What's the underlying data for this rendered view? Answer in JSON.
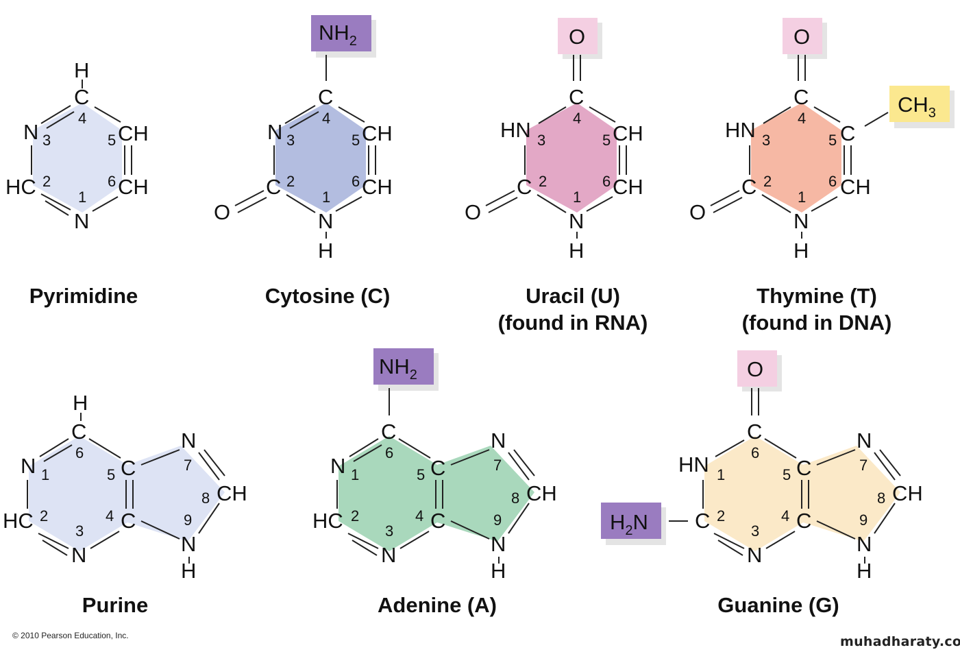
{
  "molecules": {
    "pyrimidine": {
      "name": "Pyrimidine",
      "atoms": {
        "h_top": "H",
        "c4": "C",
        "n3": "N",
        "ch5": "CH",
        "hc2": "HC",
        "ch6": "CH",
        "n1": "N"
      },
      "numbers": {
        "n4": "4",
        "n3": "3",
        "n5": "5",
        "n2": "2",
        "n6": "6",
        "n1": "1"
      }
    },
    "cytosine": {
      "name": "Cytosine (C)",
      "group": "NH",
      "group_sub": "2",
      "atoms": {
        "c4": "C",
        "n3": "N",
        "ch5": "CH",
        "c2": "C",
        "ch6": "CH",
        "n1": "N",
        "h1": "H",
        "o2": "O"
      },
      "numbers": {
        "n4": "4",
        "n3": "3",
        "n5": "5",
        "n2": "2",
        "n6": "6",
        "n1": "1"
      }
    },
    "uracil": {
      "name": "Uracil (U)",
      "name2": "(found in RNA)",
      "group": "O",
      "atoms": {
        "c4": "C",
        "hn3": "HN",
        "ch5": "CH",
        "c2": "C",
        "ch6": "CH",
        "n1": "N",
        "h1": "H",
        "o2": "O"
      },
      "numbers": {
        "n4": "4",
        "n3": "3",
        "n5": "5",
        "n2": "2",
        "n6": "6",
        "n1": "1"
      }
    },
    "thymine": {
      "name": "Thymine (T)",
      "name2": "(found in DNA)",
      "group": "O",
      "methyl": "CH",
      "methyl_sub": "3",
      "atoms": {
        "c4": "C",
        "hn3": "HN",
        "c5": "C",
        "c2": "C",
        "ch6": "CH",
        "n1": "N",
        "h1": "H",
        "o2": "O"
      },
      "numbers": {
        "n4": "4",
        "n3": "3",
        "n5": "5",
        "n2": "2",
        "n6": "6",
        "n1": "1"
      }
    },
    "purine": {
      "name": "Purine",
      "atoms": {
        "h_top": "H",
        "c6": "C",
        "n1": "N",
        "c5": "C",
        "n7": "N",
        "hc2": "HC",
        "c4": "C",
        "ch8": "CH",
        "n3": "N",
        "n9": "N",
        "h9": "H"
      },
      "numbers": {
        "n6": "6",
        "n1": "1",
        "n5": "5",
        "n7": "7",
        "n2": "2",
        "n4": "4",
        "n8": "8",
        "n3": "3",
        "n9": "9"
      }
    },
    "adenine": {
      "name": "Adenine (A)",
      "group": "NH",
      "group_sub": "2",
      "atoms": {
        "c6": "C",
        "n1": "N",
        "c5": "C",
        "n7": "N",
        "hc2": "HC",
        "c4": "C",
        "ch8": "CH",
        "n3": "N",
        "n9": "N",
        "h9": "H"
      },
      "numbers": {
        "n6": "6",
        "n1": "1",
        "n5": "5",
        "n7": "7",
        "n2": "2",
        "n4": "4",
        "n8": "8",
        "n3": "3",
        "n9": "9"
      }
    },
    "guanine": {
      "name": "Guanine (G)",
      "group": "O",
      "amino_h": "H",
      "amino_sub": "2",
      "amino_n": "N",
      "atoms": {
        "c6": "C",
        "hn1": "HN",
        "c5": "C",
        "n7": "N",
        "c2": "C",
        "c4": "C",
        "ch8": "CH",
        "n3": "N",
        "n9": "N",
        "h9": "H"
      },
      "numbers": {
        "n6": "6",
        "n1": "1",
        "n5": "5",
        "n7": "7",
        "n2": "2",
        "n4": "4",
        "n8": "8",
        "n3": "3",
        "n9": "9"
      }
    }
  },
  "colors": {
    "pyrimidine_fill": "#dde3f4",
    "cytosine_fill": "#b3bde0",
    "uracil_fill": "#e3a8c6",
    "thymine_fill": "#f6b8a4",
    "purine_fill": "#dde3f4",
    "adenine_fill": "#a9d8bc",
    "guanine_fill": "#fbe9c8",
    "amino_box": "#9a7cc0",
    "oxo_box": "#f4cfe2",
    "methyl_box": "#fbe88f",
    "box_shadow": "#e4e4e4"
  },
  "footer": {
    "copyright": "© 2010 Pearson Education, Inc.",
    "site": "muhadharaty.com"
  }
}
